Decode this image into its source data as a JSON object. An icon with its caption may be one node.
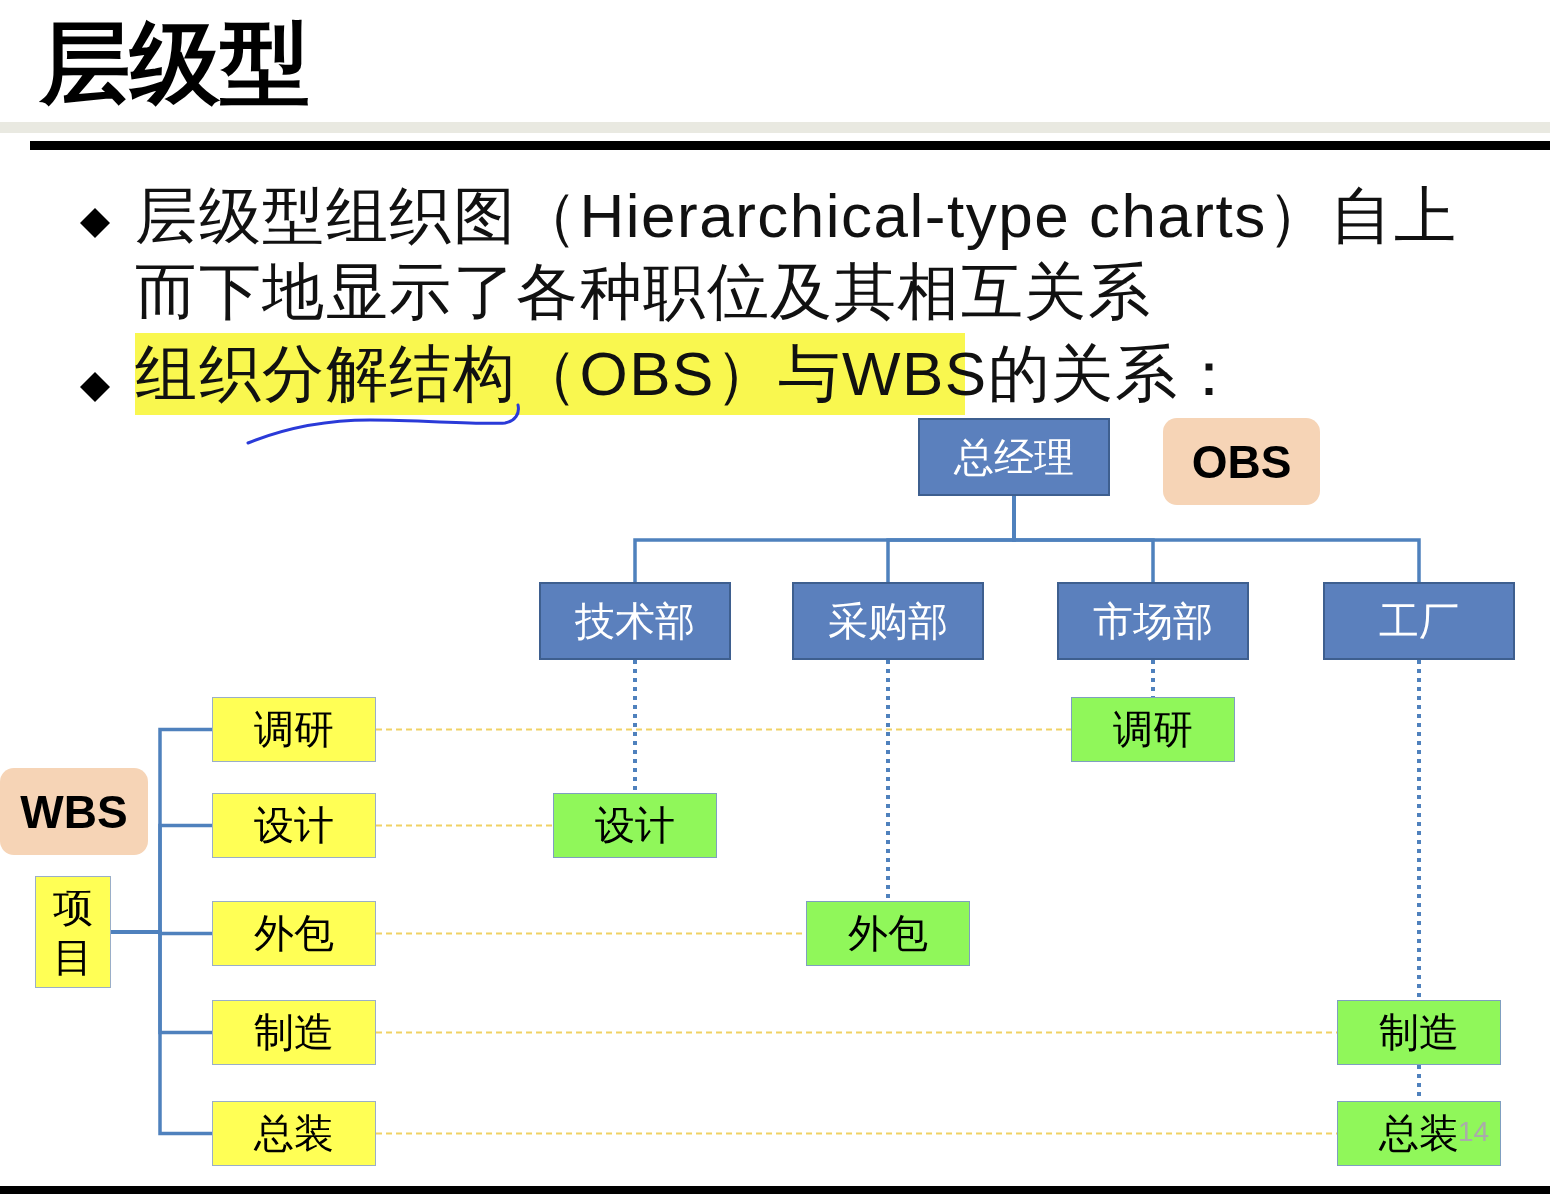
{
  "diagram": {
    "title": "层级型",
    "nodes": [
      {
        "text": [
          "总经理"
        ]
      },
      {
        "text": [
          "OBS"
        ]
      },
      {
        "text": [
          "技术部"
        ]
      },
      {
        "text": [
          "采购部"
        ]
      },
      {
        "text": [
          "市场部"
        ]
      },
      {
        "text": [
          "工厂"
        ]
      },
      {
        "text": [
          "WBS"
        ]
      },
      {
        "text": [
          "项目"
        ]
      },
      {
        "text": [
          "调研"
        ]
      },
      {
        "text": [
          "设计"
        ]
      },
      {
        "text": [
          "外包"
        ]
      },
      {
        "text": [
          "制造"
        ]
      },
      {
        "text": [
          "总装"
        ]
      },
      {
        "text": [
          "调研"
        ]
      },
      {
        "text": [
          "设计"
        ]
      },
      {
        "text": [
          "外包"
        ]
      },
      {
        "text": [
          "制造"
        ]
      },
      {
        "text": [
          "总装"
        ]
      }
    ],
    "edges": [
      {
        "from": 0,
        "to": 2,
        "arrow": "none"
      },
      {
        "from": 0,
        "to": 3,
        "arrow": "none"
      },
      {
        "from": 0,
        "to": 4,
        "arrow": "none"
      },
      {
        "from": 0,
        "to": 5,
        "arrow": "none"
      },
      {
        "from": 7,
        "to": 8,
        "arrow": "none"
      },
      {
        "from": 7,
        "to": 9,
        "arrow": "none"
      },
      {
        "from": 7,
        "to": 10,
        "arrow": "none"
      },
      {
        "from": 7,
        "to": 11,
        "arrow": "none"
      },
      {
        "from": 7,
        "to": 12,
        "arrow": "none"
      },
      {
        "from": 2,
        "to": 14,
        "arrow": "none",
        "style": "dashed"
      },
      {
        "from": 3,
        "to": 15,
        "arrow": "none",
        "style": "dashed"
      },
      {
        "from": 4,
        "to": 13,
        "arrow": "none",
        "style": "dashed"
      },
      {
        "from": 5,
        "to": 16,
        "arrow": "none",
        "style": "dashed"
      },
      {
        "from": 16,
        "to": 17,
        "arrow": "none",
        "style": "dashed"
      },
      {
        "from": 8,
        "to": 13,
        "arrow": "none",
        "style": "dashed",
        "color": "#f0d264"
      },
      {
        "from": 9,
        "to": 14,
        "arrow": "none",
        "style": "dashed",
        "color": "#f0d264"
      },
      {
        "from": 10,
        "to": 15,
        "arrow": "none",
        "style": "dashed",
        "color": "#f0d264"
      },
      {
        "from": 11,
        "to": 16,
        "arrow": "none",
        "style": "dashed",
        "color": "#f0d264"
      },
      {
        "from": 12,
        "to": 17,
        "arrow": "none",
        "style": "dashed",
        "color": "#f0d264"
      }
    ],
    "labels": [
      "层级型组织图（Hierarchical-type charts）自上而下地显示了各种职位及其相互关系",
      "组织分解结构（OBS）与WBS的关系：",
      "14"
    ]
  }
}
